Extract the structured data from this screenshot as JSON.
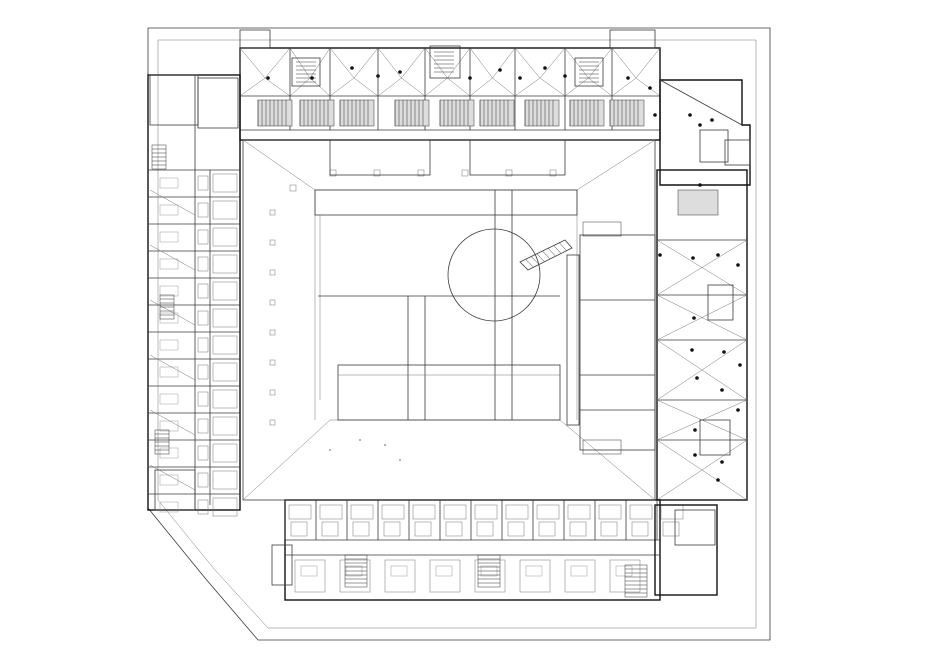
{
  "drawing": {
    "kind": "architectural-floor-plan",
    "stroke_color": "#3a3a3a",
    "background": "#ffffff",
    "wings": [
      "north",
      "east",
      "south",
      "west"
    ],
    "courtyard": true
  }
}
